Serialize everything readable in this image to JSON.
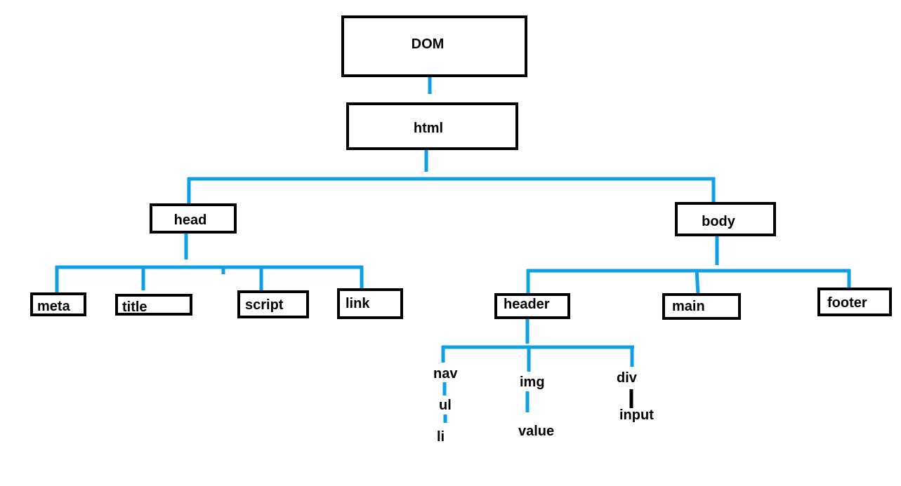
{
  "diagram": {
    "nodes": {
      "dom": "DOM",
      "html": "html",
      "head": "head",
      "body": "body",
      "meta": "meta",
      "title": "title",
      "script": "script",
      "link": "link",
      "header": "header",
      "main": "main",
      "footer": "footer",
      "nav": "nav",
      "ul": "ul",
      "li": "li",
      "img": "img",
      "value": "value",
      "div": "div",
      "input": "input"
    },
    "colors": {
      "connector": "#0ea0e4",
      "box_border": "#000000",
      "text": "#000000",
      "background": "#ffffff"
    }
  }
}
